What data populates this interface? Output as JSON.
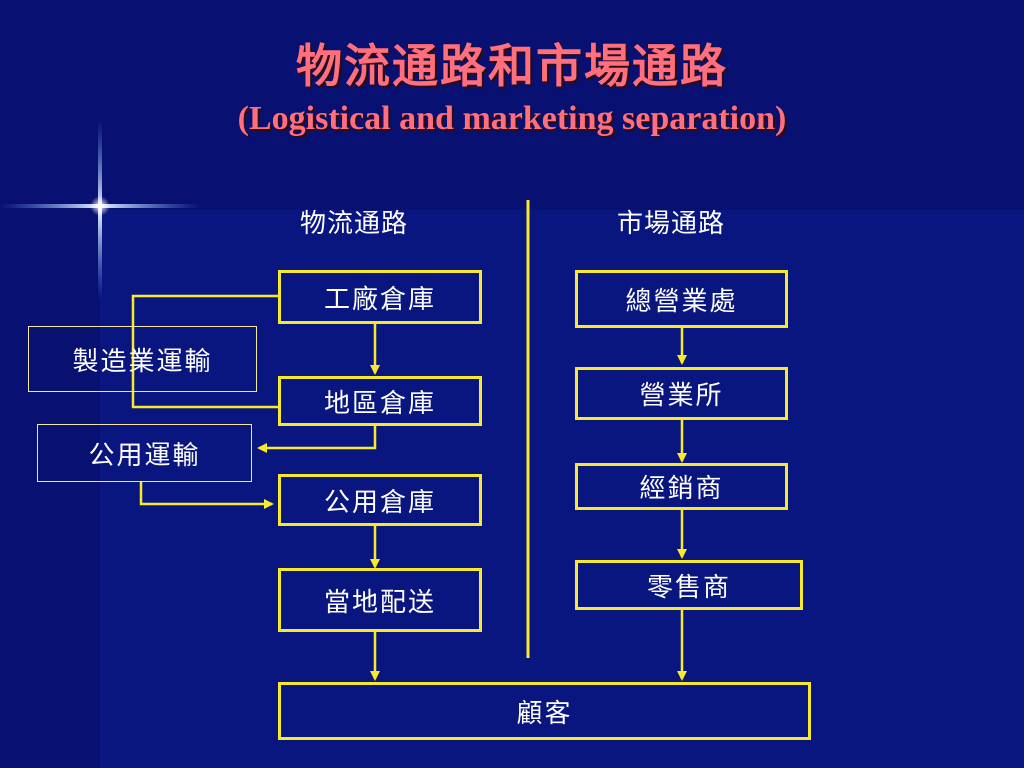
{
  "slide": {
    "title": "物流通路和市場通路",
    "subtitle": "(Logistical and marketing separation)"
  },
  "diagram": {
    "logistics": {
      "heading": "物流通路",
      "nodes": [
        "工廠倉庫",
        "地區倉庫",
        "公用倉庫",
        "當地配送"
      ]
    },
    "marketing": {
      "heading": "市場通路",
      "nodes": [
        "總營業處",
        "營業所",
        "經銷商",
        "零售商"
      ]
    },
    "transport": {
      "manufacturer": "製造業運輸",
      "public": "公用運輸"
    },
    "customer": "顧客",
    "colors": {
      "background": "#0a1680",
      "title": "#ff6f7d",
      "connector": "#f7ea2a",
      "text": "#ffffff"
    }
  }
}
